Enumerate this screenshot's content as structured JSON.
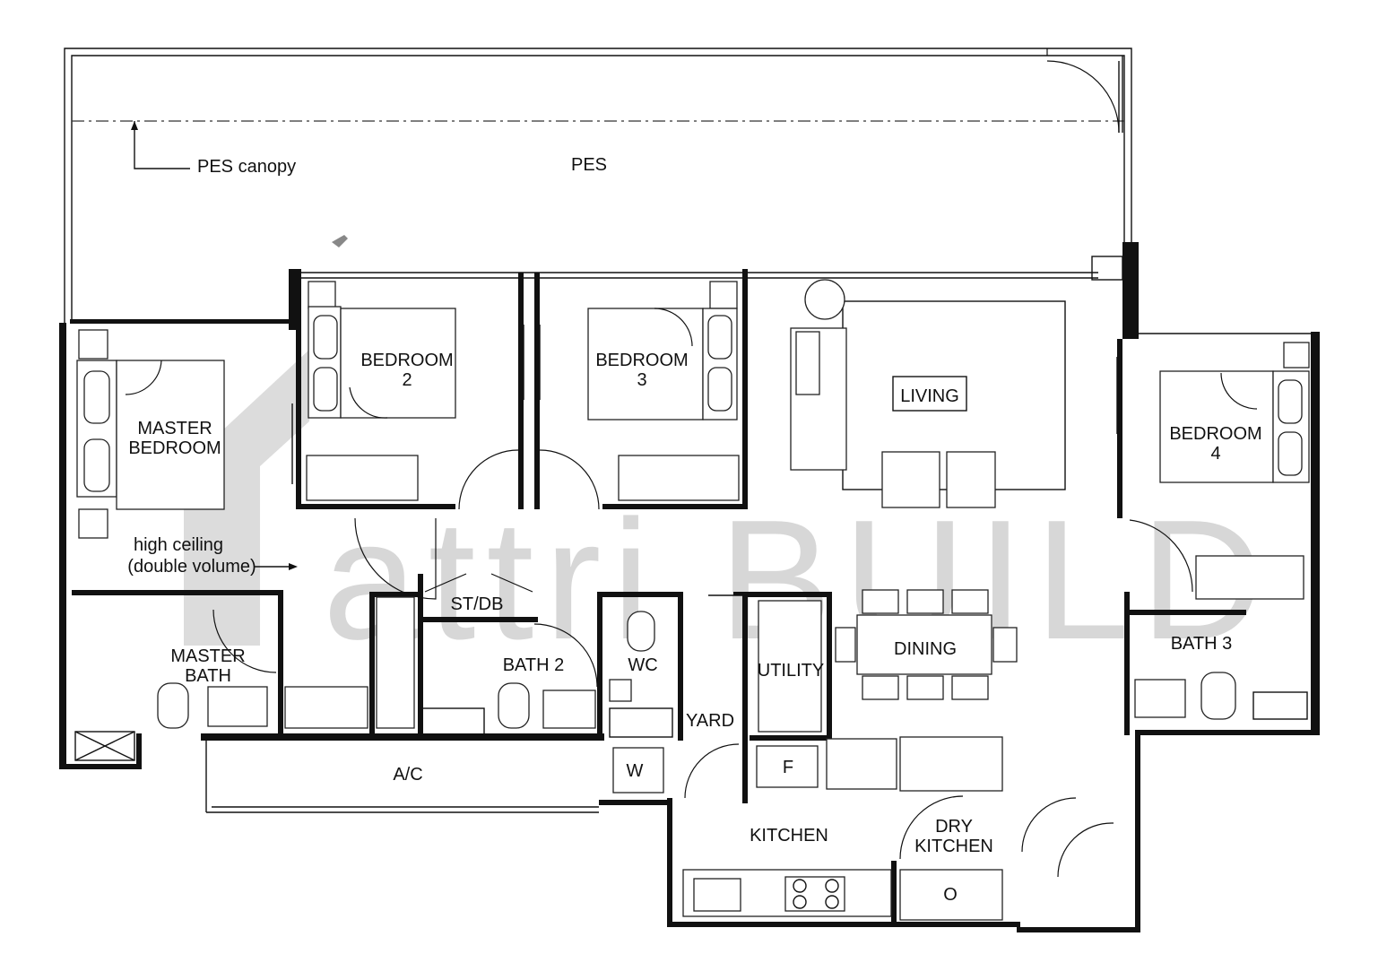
{
  "labels": {
    "pes": "PES",
    "pes_canopy": "PES canopy",
    "master_bedroom_1": "MASTER",
    "master_bedroom_2": "BEDROOM",
    "bedroom2_1": "BEDROOM",
    "bedroom2_2": "2",
    "bedroom3_1": "BEDROOM",
    "bedroom3_2": "3",
    "bedroom4_1": "BEDROOM",
    "bedroom4_2": "4",
    "living": "LIVING",
    "high_ceiling_1": "high ceiling",
    "high_ceiling_2": "(double volume)",
    "master_bath_1": "MASTER",
    "master_bath_2": "BATH",
    "st_db": "ST/DB",
    "bath2": "BATH 2",
    "wc": "WC",
    "utility": "UTILITY",
    "dining": "DINING",
    "bath3": "BATH 3",
    "yard": "YARD",
    "ac": "A/C",
    "fridge": "F",
    "washer": "W",
    "kitchen": "KITCHEN",
    "dry_kitchen_1": "DRY",
    "dry_kitchen_2": "KITCHEN",
    "oven": "O"
  },
  "watermark": {
    "text": "attri BUILD"
  },
  "colors": {
    "line": "#111111",
    "watermark": "#d7d7d7",
    "background": "#ffffff"
  }
}
